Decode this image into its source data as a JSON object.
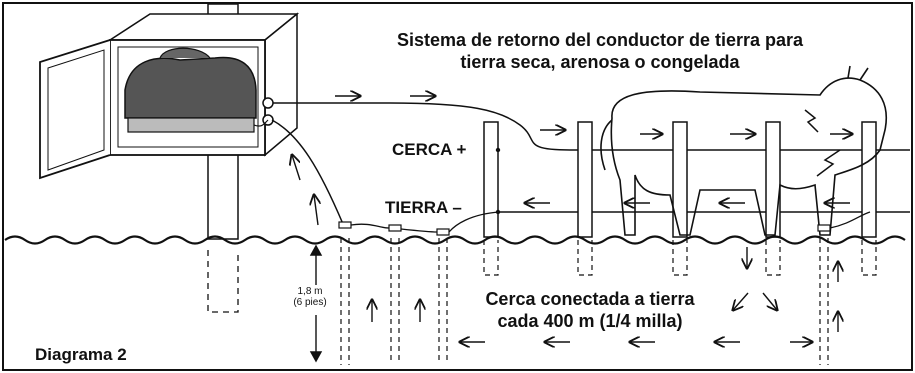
{
  "title_line1": "Sistema de retorno del conductor de tierra para",
  "title_line2": "tierra seca, arenosa o congelada",
  "fence_positive_label": "CERCA +",
  "ground_negative_label": "TIERRA –",
  "grounding_note_line1": "Cerca conectada a tierra",
  "grounding_note_line2": "cada 400 m (1/4 milla)",
  "depth_metric": "1,8 m",
  "depth_imperial": "(6 pies)",
  "diagram_label": "Diagrama 2",
  "colors": {
    "ink": "#111111",
    "paper": "#ffffff",
    "housing": "#555555"
  },
  "icons": [
    "energizer-box",
    "cow-illustration",
    "fence-posts",
    "ground-rods",
    "current-flow-arrows"
  ]
}
